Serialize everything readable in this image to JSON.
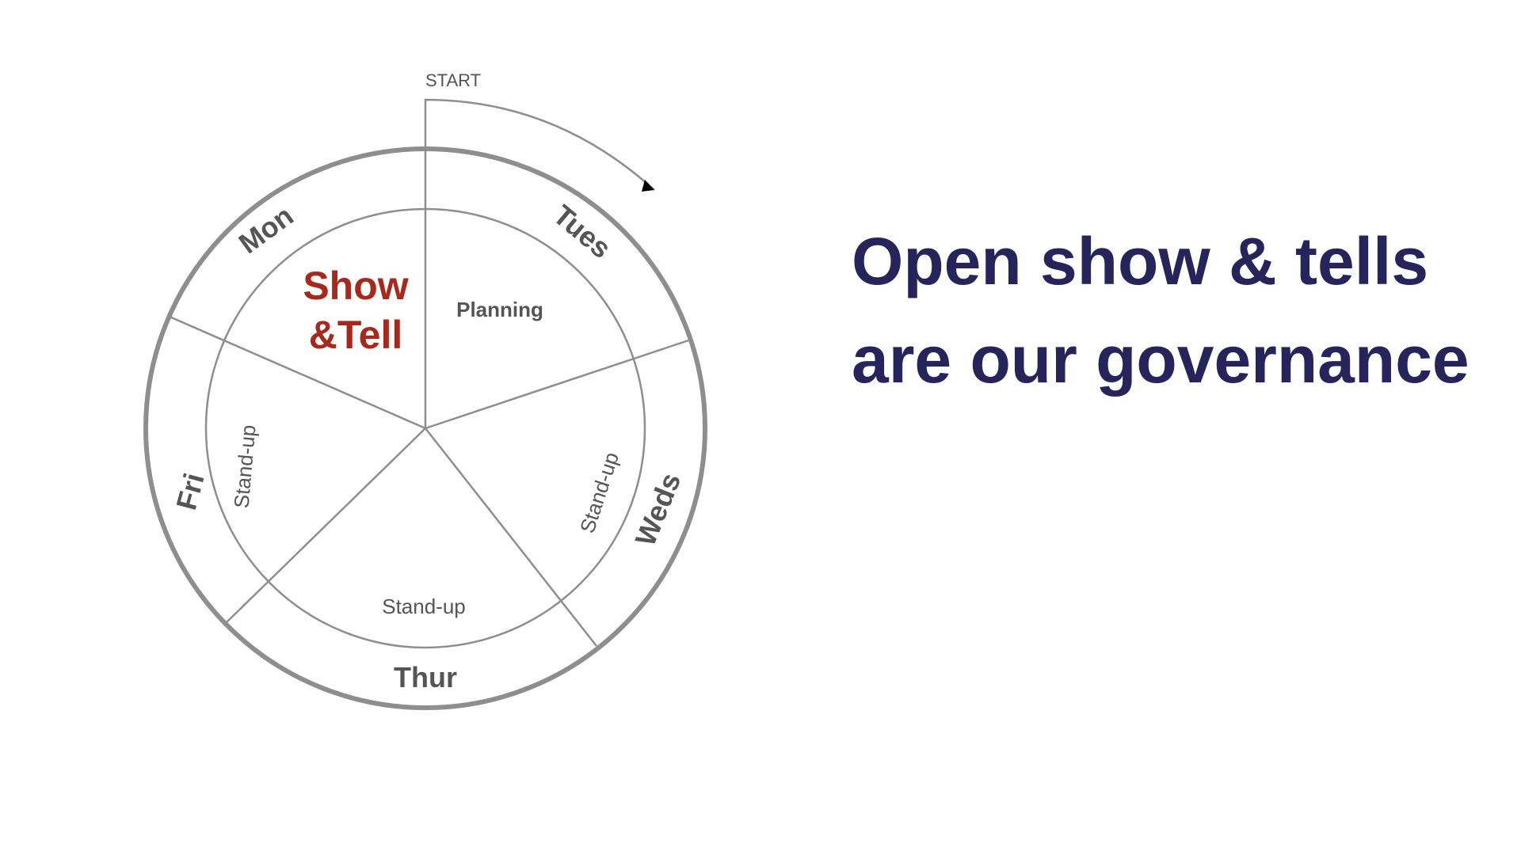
{
  "diagram": {
    "start_label": "START",
    "days": [
      "Mon",
      "Tues",
      "Weds",
      "Thur",
      "Fri"
    ],
    "activities": {
      "show_tell_line1": "Show",
      "show_tell_line2": "&Tell",
      "planning": "Planning",
      "standup_weds": "Stand-up",
      "standup_thur": "Stand-up",
      "standup_fri": "Stand-up"
    },
    "colors": {
      "outline": "#8e8e8e",
      "show_tell": "#a9281c",
      "label": "#555555"
    }
  },
  "headline": {
    "line1": "Open show & tells",
    "line2": "are our governance",
    "color": "#27245c"
  }
}
